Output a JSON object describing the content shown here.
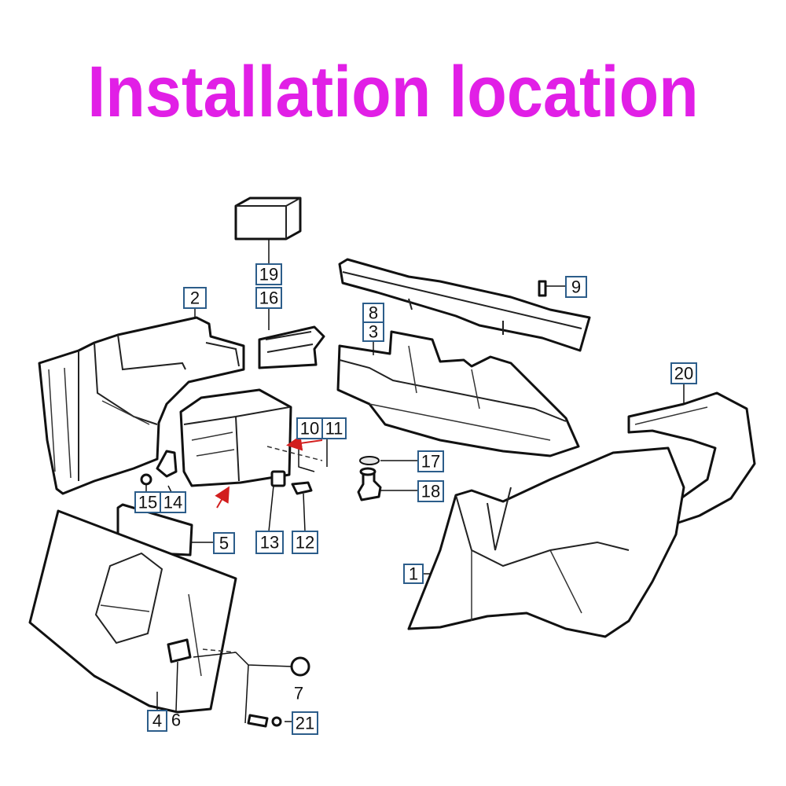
{
  "title": "Installation location",
  "colors": {
    "title": "#e11fe6",
    "label_border": "#2c5d8a",
    "arrow": "#d21f1f"
  },
  "labels": {
    "l1": "1",
    "l2": "2",
    "l3": "3",
    "l4": "4",
    "l5": "5",
    "l6": "6",
    "l7": "7",
    "l8": "8",
    "l9": "9",
    "l10": "10",
    "l11": "11",
    "l12": "12",
    "l13": "13",
    "l14": "14",
    "l15": "15",
    "l16": "16",
    "l17": "17",
    "l18": "18",
    "l19": "19",
    "l20": "20",
    "l21": "21"
  }
}
